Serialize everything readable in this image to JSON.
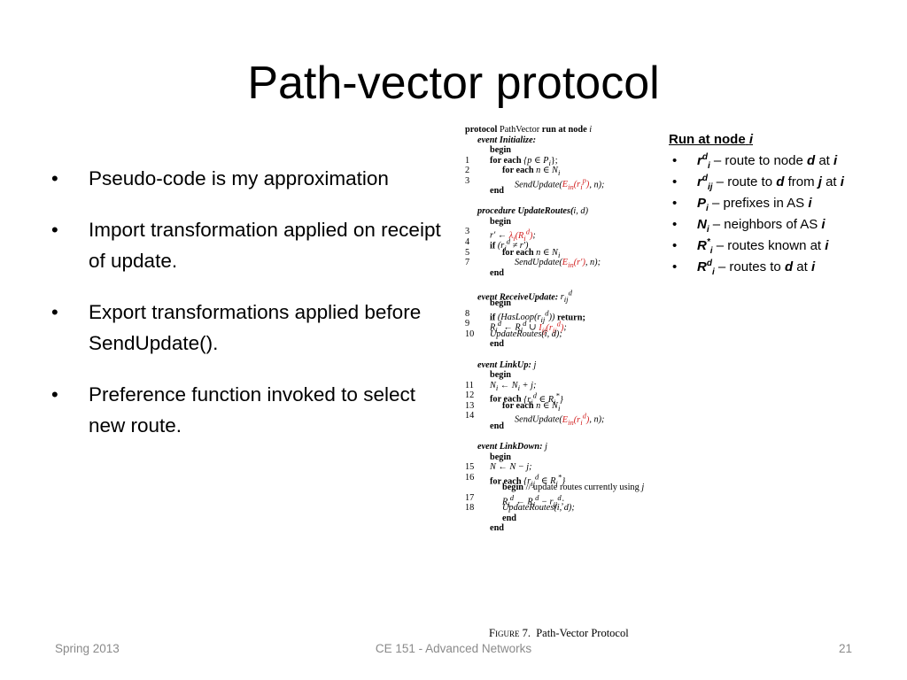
{
  "slide": {
    "title": "Path-vector protocol",
    "bullets": [
      "Pseudo-code is my approximation",
      "Import transformation applied on receipt of update.",
      "Export transformations applied before SendUpdate().",
      "Preference function invoked to select new route."
    ]
  },
  "algorithm": {
    "header": {
      "kw1": "protocol",
      "name": "PathVector",
      "kw2": "run at node",
      "var": "i"
    },
    "initialize": {
      "event": "event Initialize:",
      "begin": "begin",
      "n1": "1",
      "l1_kw": "for each",
      "l1_expr": "{p ∈ P",
      "n2": "2",
      "l2_kw": "for each",
      "l2_expr": "n ∈ N",
      "n3": "3",
      "l3_fn": "SendUpdate(",
      "l3_red": "E",
      "end": "end"
    },
    "update_routes": {
      "event": "procedure UpdateRoutes(",
      "args": "i, d)",
      "begin": "begin",
      "n3": "3",
      "l3_pre": "r′ ← ",
      "l3_red": "λ",
      "n4": "4",
      "l4_kw": "if",
      "l4_expr": "(r",
      "n5": "5",
      "l5_kw": "for each",
      "l5_expr": "n ∈ N",
      "n7": "7",
      "l7_fn": "SendUpdate(",
      "l7_red": "E",
      "end": "end"
    },
    "receive_update": {
      "event": "event ReceiveUpdate:",
      "arg": "r",
      "begin": "begin",
      "n8": "8",
      "l8_kw": "if",
      "l8_fn": "(HasLoop(r",
      "l8_kw2": "return;",
      "n9": "9",
      "l9_pre": "R",
      "l9_red": "I",
      "n10": "10",
      "l10": "UpdateRoutes(i, d);",
      "end": "end"
    },
    "link_up": {
      "event": "event LinkUp:",
      "arg": "j",
      "begin": "begin",
      "n11": "11",
      "l11": "N",
      "n12": "12",
      "l12_kw": "for each",
      "l12_expr": "{r",
      "n13": "13",
      "l13_kw": "for each",
      "l13_expr": "n ∈ N",
      "n14": "14",
      "l14_fn": "SendUpdate(",
      "l14_red": "E",
      "end": "end"
    },
    "link_down": {
      "event": "event LinkDown:",
      "arg": "j",
      "begin": "begin",
      "n15": "15",
      "l15": "N ← N − j;",
      "n16": "16",
      "l16_kw": "for each",
      "l16_expr": "{r",
      "inner_begin": "begin",
      "inner_comment": "// update routes currently using",
      "inner_var": "j",
      "n17": "17",
      "l17": "R",
      "n18": "18",
      "l18": "UpdateRoutes(i, d);",
      "inner_end": "end",
      "end": "end"
    }
  },
  "caption": {
    "label": "Figure 7.",
    "text": "Path-Vector Protocol"
  },
  "legend": {
    "heading": "Run at node",
    "heading_var": "i",
    "items": [
      {
        "sym": "r",
        "sup": "d",
        "sub": "i",
        "text": " – route to node ",
        "b1": "d",
        "mid": " at ",
        "b2": "i"
      },
      {
        "sym": "r",
        "sup": "d",
        "sub": "ij",
        "text": " – route to ",
        "b1": "d",
        "mid": " from ",
        "b2": "j",
        "mid2": " at ",
        "b3": "i"
      },
      {
        "sym": "P",
        "sub": "i",
        "text": " – prefixes in AS ",
        "b1": "i"
      },
      {
        "sym": "N",
        "sub": "i",
        "text": " – neighbors of AS ",
        "b1": "i"
      },
      {
        "sym": "R",
        "sup": "*",
        "sub": "i",
        "text": " – routes known at ",
        "b1": "i"
      },
      {
        "sym": "R",
        "sup": "d",
        "sub": "i",
        "text": " – routes to ",
        "b1": "d",
        "mid": " at ",
        "b2": "i"
      }
    ]
  },
  "footer": {
    "left": "Spring 2013",
    "center": "CE 151 - Advanced Networks",
    "right": "21"
  }
}
